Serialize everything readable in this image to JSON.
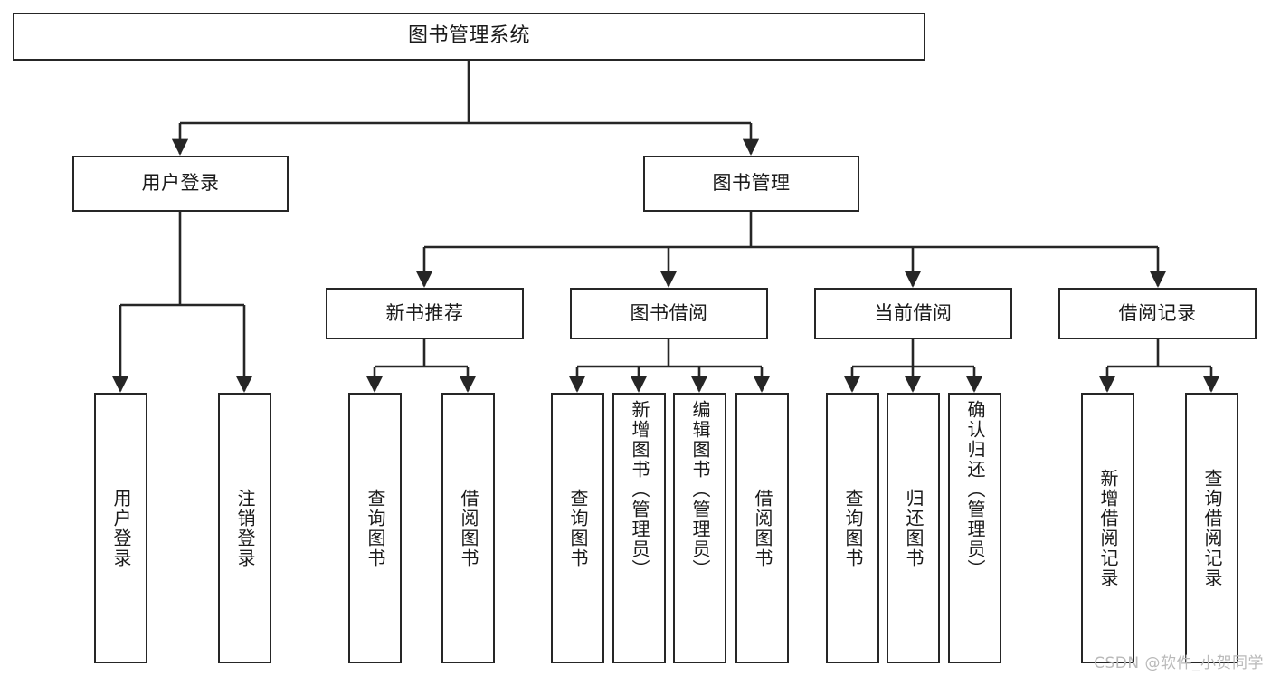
{
  "diagram": {
    "title": "图书管理系统",
    "type": "tree-hierarchy",
    "colors": {
      "stroke": "#262626",
      "fill": "#ffffff",
      "text": "#1a1a1a",
      "watermark": "#b9b9b9"
    }
  },
  "nodes": {
    "root": {
      "label": "图书管理系统",
      "level": 0
    },
    "level1": [
      {
        "id": "user-login",
        "label": "用户登录"
      },
      {
        "id": "book-manage",
        "label": "图书管理"
      }
    ],
    "level2": [
      {
        "id": "new-book-recommend",
        "label": "新书推荐",
        "parent": "book-manage"
      },
      {
        "id": "book-borrow",
        "label": "图书借阅",
        "parent": "book-manage"
      },
      {
        "id": "current-borrow",
        "label": "当前借阅",
        "parent": "book-manage"
      },
      {
        "id": "borrow-record",
        "label": "借阅记录",
        "parent": "book-manage"
      }
    ],
    "leaves": {
      "user-login": [
        {
          "id": "leaf-user-login",
          "label": "用户登录"
        },
        {
          "id": "leaf-logout",
          "label": "注销登录"
        }
      ],
      "new-book-recommend": [
        {
          "id": "leaf-query-book-1",
          "label": "查询图书"
        },
        {
          "id": "leaf-borrow-book-1",
          "label": "借阅图书"
        }
      ],
      "book-borrow": [
        {
          "id": "leaf-query-book-2",
          "label": "查询图书"
        },
        {
          "id": "leaf-add-book",
          "label": "新增图书（管理员）"
        },
        {
          "id": "leaf-edit-book",
          "label": "编辑图书（管理员）"
        },
        {
          "id": "leaf-borrow-book-2",
          "label": "借阅图书"
        }
      ],
      "current-borrow": [
        {
          "id": "leaf-query-book-3",
          "label": "查询图书"
        },
        {
          "id": "leaf-return-book",
          "label": "归还图书"
        },
        {
          "id": "leaf-confirm-return",
          "label": "确认归还（管理员）"
        }
      ],
      "borrow-record": [
        {
          "id": "leaf-add-record",
          "label": "新增借阅记录"
        },
        {
          "id": "leaf-query-record",
          "label": "查询借阅记录"
        }
      ]
    }
  },
  "watermark": {
    "text": "CSDN @软件_小贺同学"
  }
}
